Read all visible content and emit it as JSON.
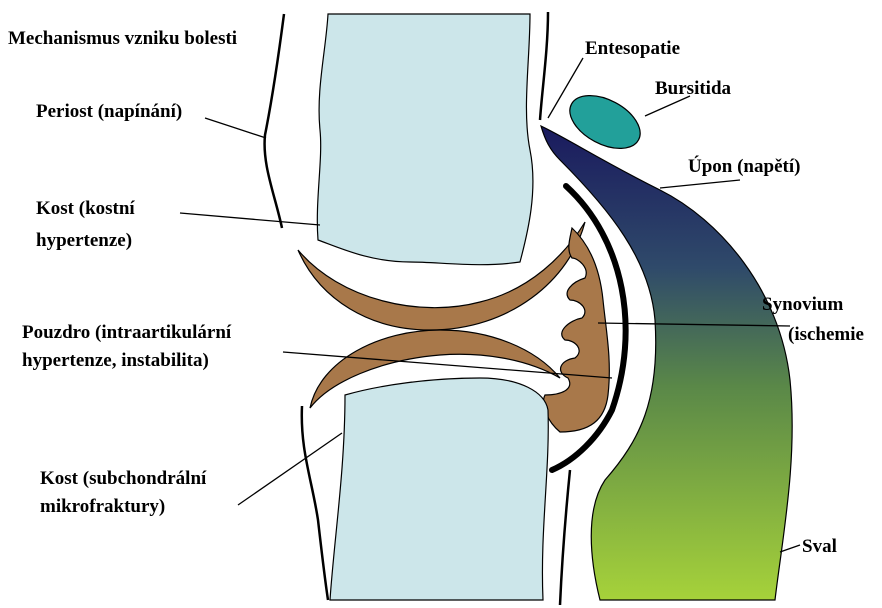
{
  "title": "Mechanismus vzniku bolesti",
  "labels": {
    "periost": "Periost (napínání)",
    "kost_top_1": "Kost (kostní",
    "kost_top_2": "hypertenze)",
    "pouzdro_1": "Pouzdro (intraartikulární",
    "pouzdro_2": "hypertenze, instabilita)",
    "kost_bottom_1": "Kost (subchondrální",
    "kost_bottom_2": "mikrofraktury)",
    "entesopatie": "Entesopatie",
    "bursitida": "Bursitida",
    "upon": "Úpon (napětí)",
    "synovium_1": "Synovium",
    "synovium_2": "(ischemie",
    "sval": "Sval"
  },
  "colors": {
    "bone": "#cce6ea",
    "cartilage": "#a8784a",
    "bursa": "#22a09a",
    "muscle_top": "#1a1a5e",
    "muscle_mid": "#4a7a52",
    "muscle_bottom": "#a6d23a",
    "synovium_line": "#000000"
  }
}
